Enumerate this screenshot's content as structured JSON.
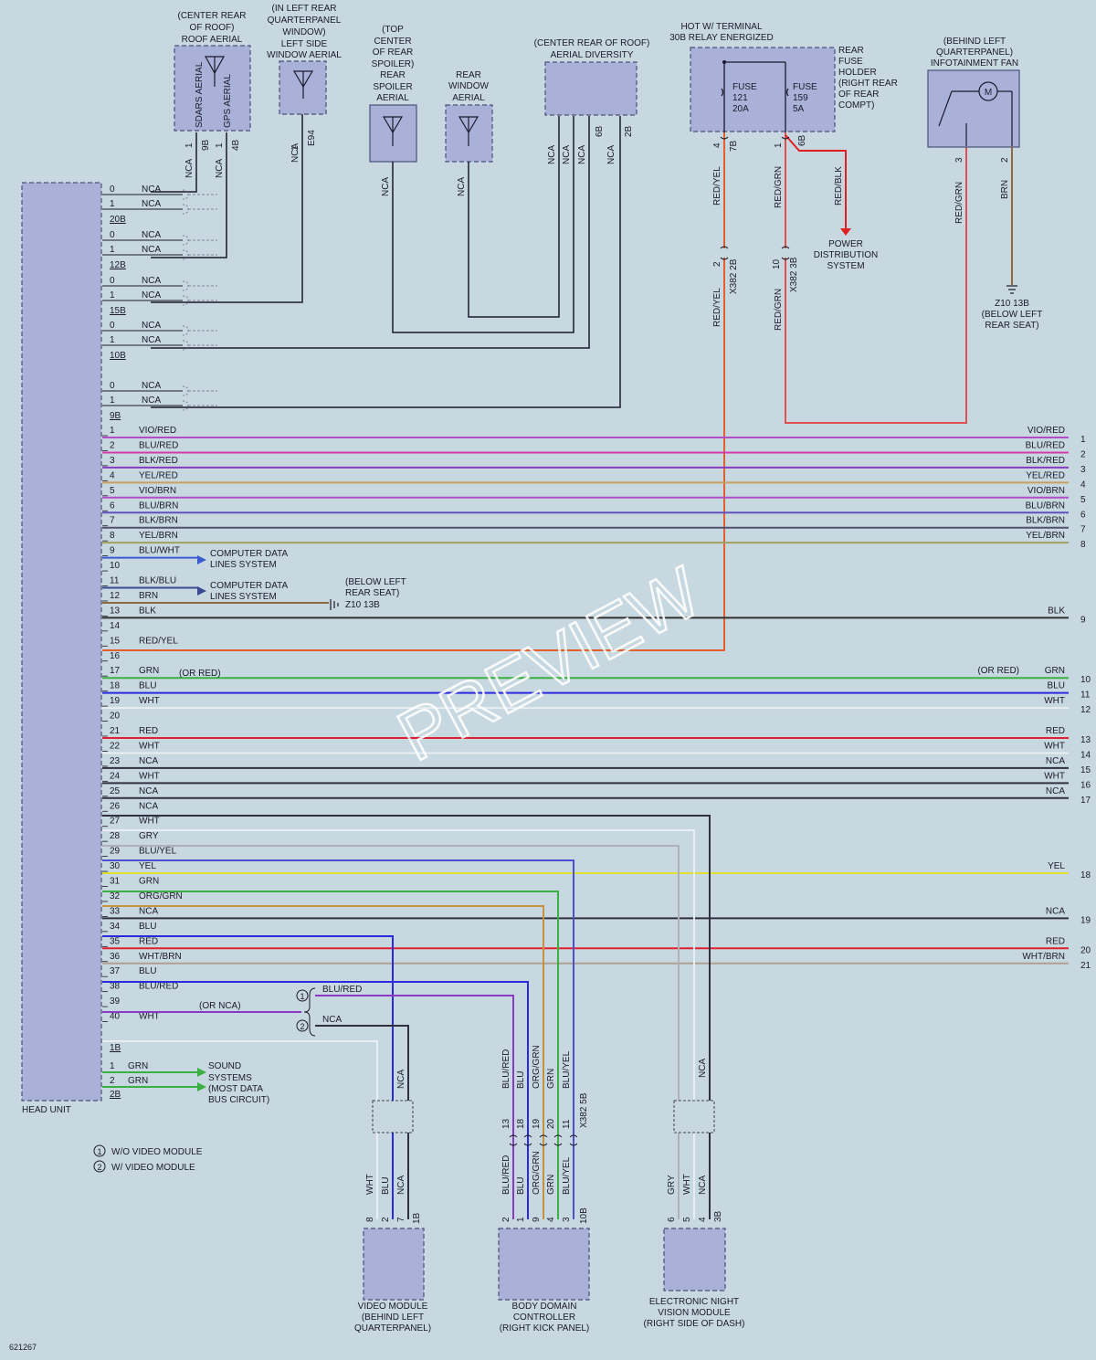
{
  "diagram_id": "621267",
  "watermark": "PREVIEW",
  "head_unit": {
    "label": "HEAD UNIT"
  },
  "antennas": [
    {
      "id": "sdars-gps",
      "loc": [
        "(CENTER REAR",
        "OF ROOF)",
        "ROOF AERIAL"
      ],
      "inner": [
        "SDARS AERIAL",
        "GPS AERIAL"
      ],
      "pins": [
        "1",
        "9B",
        "1",
        "4B"
      ],
      "wire": [
        "NCA",
        "NCA"
      ]
    },
    {
      "id": "left-side",
      "loc": [
        "(IN LEFT REAR",
        "QUARTERPANEL",
        "WINDOW)",
        "LEFT SIDE",
        "WINDOW AERIAL"
      ],
      "pins": [
        "1",
        "E94"
      ],
      "wire": [
        "NCA"
      ]
    },
    {
      "id": "spoiler",
      "loc": [
        "(TOP",
        "CENTER",
        "OF REAR",
        "SPOILER)",
        "REAR",
        "SPOILER",
        "AERIAL"
      ],
      "wire": [
        "NCA"
      ]
    },
    {
      "id": "rear-window",
      "loc": [
        "REAR",
        "WINDOW",
        "AERIAL"
      ],
      "wire": [
        "NCA"
      ]
    },
    {
      "id": "diversity",
      "loc": [
        "(CENTER REAR OF ROOF)",
        "AERIAL DIVERSITY"
      ],
      "pins": [
        "6B",
        "2B"
      ],
      "wire": [
        "NCA",
        "NCA",
        "NCA",
        "NCA"
      ]
    }
  ],
  "fuse_holder": {
    "title": [
      "HOT W/ TERMINAL",
      "30B RELAY ENERGIZED"
    ],
    "label": [
      "REAR",
      "FUSE",
      "HOLDER",
      "(RIGHT REAR",
      "OF REAR",
      "COMPT)"
    ],
    "fuse1": [
      "FUSE",
      "121",
      "20A"
    ],
    "fuse2": [
      "FUSE",
      "159",
      "5A"
    ],
    "pins": [
      "4",
      "7B",
      "1",
      "6B"
    ],
    "wires": [
      "RED/YEL",
      "RED/GRN",
      "RED/BLK"
    ],
    "conn": [
      "2",
      "X382 2B",
      "10",
      "X382 3B"
    ],
    "power_dist": [
      "POWER",
      "DISTRIBUTION",
      "SYSTEM"
    ]
  },
  "fan": {
    "label": [
      "(BEHIND LEFT",
      "QUARTERPANEL)",
      "INFOTAINMENT FAN"
    ],
    "motor": "M",
    "pins": [
      "3",
      "2"
    ],
    "wires": [
      "RED/GRN",
      "BRN"
    ],
    "ground": [
      "Z10 13B",
      "(BELOW LEFT",
      "REAR SEAT)"
    ]
  },
  "hu_connectors": [
    {
      "name": "20B",
      "pins": [
        [
          "0",
          "NCA"
        ],
        [
          "1",
          "NCA"
        ]
      ]
    },
    {
      "name": "12B",
      "pins": [
        [
          "0",
          "NCA"
        ],
        [
          "1",
          "NCA"
        ]
      ]
    },
    {
      "name": "15B",
      "pins": [
        [
          "0",
          "NCA"
        ],
        [
          "1",
          "NCA"
        ]
      ]
    },
    {
      "name": "10B",
      "pins": [
        [
          "0",
          "NCA"
        ],
        [
          "1",
          "NCA"
        ]
      ]
    },
    {
      "name": "9B",
      "pins": [
        [
          "0",
          "NCA"
        ],
        [
          "1",
          "NCA"
        ]
      ]
    }
  ],
  "hu_pins": [
    {
      "pin": "1",
      "label": "VIO/RED",
      "color": "#b24cc8",
      "right": "VIO/RED",
      "num": "1"
    },
    {
      "pin": "2",
      "label": "BLU/RED",
      "color": "#d43ab0",
      "right": "BLU/RED",
      "num": "2"
    },
    {
      "pin": "3",
      "label": "BLK/RED",
      "color": "#8a3ac0",
      "right": "BLK/RED",
      "num": "3"
    },
    {
      "pin": "4",
      "label": "YEL/RED",
      "color": "#c8a060",
      "right": "YEL/RED",
      "num": "4"
    },
    {
      "pin": "5",
      "label": "VIO/BRN",
      "color": "#b24cc8",
      "right": "VIO/BRN",
      "num": "5"
    },
    {
      "pin": "6",
      "label": "BLU/BRN",
      "color": "#6050c0",
      "right": "BLU/BRN",
      "num": "6"
    },
    {
      "pin": "7",
      "label": "BLK/BRN",
      "color": "#505070",
      "right": "BLK/BRN",
      "num": "7"
    },
    {
      "pin": "8",
      "label": "YEL/BRN",
      "color": "#a0a060",
      "right": "YEL/BRN",
      "num": "8"
    },
    {
      "pin": "9",
      "label": "BLU/WHT",
      "color": "#3a5ad0",
      "arrow": [
        "COMPUTER DATA",
        "LINES SYSTEM"
      ]
    },
    {
      "pin": "10",
      "label": ""
    },
    {
      "pin": "11",
      "label": "BLK/BLU",
      "color": "#3a4a90",
      "arrow": [
        "COMPUTER DATA",
        "LINES SYSTEM"
      ]
    },
    {
      "pin": "12",
      "label": "BRN",
      "color": "#8a6a40",
      "ground": [
        "(BELOW LEFT",
        "REAR SEAT)",
        "Z10 13B"
      ]
    },
    {
      "pin": "13",
      "label": "BLK",
      "color": "#303030",
      "right": "BLK",
      "num": "9"
    },
    {
      "pin": "14",
      "label": ""
    },
    {
      "pin": "15",
      "label": "RED/YEL",
      "color": "#e06030"
    },
    {
      "pin": "16",
      "label": ""
    },
    {
      "pin": "17",
      "label": "GRN",
      "color": "#3ab040",
      "note": "(OR RED)",
      "right": "GRN",
      "right_note": "(OR RED)",
      "num": "10"
    },
    {
      "pin": "18",
      "label": "BLU",
      "color": "#2a2ae0",
      "right": "BLU",
      "num": "11"
    },
    {
      "pin": "19",
      "label": "WHT",
      "color": "#e8eef2",
      "right": "WHT",
      "num": "12"
    },
    {
      "pin": "20",
      "label": ""
    },
    {
      "pin": "21",
      "label": "RED",
      "color": "#e02030",
      "right": "RED",
      "num": "13"
    },
    {
      "pin": "22",
      "label": "WHT",
      "color": "#e8eef2",
      "right": "WHT",
      "num": "14"
    },
    {
      "pin": "23",
      "label": "NCA",
      "color": "#303040",
      "right": "NCA",
      "num": "15"
    },
    {
      "pin": "24",
      "label": "WHT",
      "color": "#303040",
      "right": "WHT",
      "num": "16"
    },
    {
      "pin": "25",
      "label": "NCA",
      "color": "#303040",
      "right": "NCA",
      "num": "17"
    },
    {
      "pin": "26",
      "label": "NCA",
      "color": "#303040"
    },
    {
      "pin": "27",
      "label": "WHT",
      "color": "#e8eef2"
    },
    {
      "pin": "28",
      "label": "GRY",
      "color": "#909090"
    },
    {
      "pin": "29",
      "label": "BLU/YEL",
      "color": "#4a50d0"
    },
    {
      "pin": "30",
      "label": "YEL",
      "color": "#e0e030",
      "right": "YEL",
      "num": "18"
    },
    {
      "pin": "31",
      "label": "GRN",
      "color": "#3ab040"
    },
    {
      "pin": "32",
      "label": "ORG/GRN",
      "color": "#c89040"
    },
    {
      "pin": "33",
      "label": "NCA",
      "color": "#303040",
      "right": "NCA",
      "num": "19"
    },
    {
      "pin": "34",
      "label": "BLU",
      "color": "#2a2ae0"
    },
    {
      "pin": "35",
      "label": "RED",
      "color": "#e02030",
      "right": "RED",
      "num": "20"
    },
    {
      "pin": "36",
      "label": "WHT/BRN",
      "color": "#b0a090",
      "right": "WHT/BRN",
      "num": "21"
    },
    {
      "pin": "37",
      "label": "BLU",
      "color": "#2a2ae0"
    },
    {
      "pin": "38",
      "label": "BLU/RED",
      "color": "#8a3ac0",
      "note": "(OR NCA)"
    },
    {
      "pin": "39",
      "label": ""
    },
    {
      "pin": "40",
      "label": "WHT",
      "color": "#e8eef2"
    }
  ],
  "hu_conn_1b": "1B",
  "sound": {
    "pins": [
      [
        "1",
        "GRN"
      ],
      [
        "2",
        "GRN"
      ]
    ],
    "conn": "2B",
    "label": [
      "SOUND",
      "SYSTEMS",
      "(MOST DATA",
      "BUS CIRCUIT)"
    ]
  },
  "switch": {
    "opt1": "1",
    "opt1_wire": "BLU/RED",
    "opt2": "2",
    "opt2_wire": "NCA"
  },
  "legend": [
    [
      "1",
      "W/O VIDEO MODULE"
    ],
    [
      "2",
      "W/ VIDEO MODULE"
    ]
  ],
  "modules": [
    {
      "id": "video",
      "label": [
        "VIDEO MODULE",
        "(BEHIND LEFT",
        "QUARTERPANEL)"
      ],
      "wires": [
        "WHT",
        "BLU",
        "NCA"
      ],
      "pins": [
        "8",
        "2",
        "7",
        "1B"
      ],
      "upper": "NCA"
    },
    {
      "id": "bdc",
      "label": [
        "BODY DOMAIN",
        "CONTROLLER",
        "(RIGHT KICK PANEL)"
      ],
      "wires": [
        "BLU/RED",
        "BLU",
        "ORG/GRN",
        "GRN",
        "BLU/YEL"
      ],
      "pins": [
        "2",
        "1",
        "9",
        "4",
        "3",
        "10B"
      ],
      "conn": [
        "13",
        "18",
        "19",
        "20",
        "11",
        "X382 5B"
      ],
      "upper": [
        "BLU/RED",
        "BLU",
        "ORG/GRN",
        "GRN",
        "BLU/YEL"
      ]
    },
    {
      "id": "nvm",
      "label": [
        "ELECTRONIC NIGHT",
        "VISION MODULE",
        "(RIGHT SIDE OF DASH)"
      ],
      "wires": [
        "GRY",
        "WHT",
        "NCA"
      ],
      "pins": [
        "6",
        "5",
        "4",
        "3B"
      ],
      "upper": "NCA"
    }
  ]
}
